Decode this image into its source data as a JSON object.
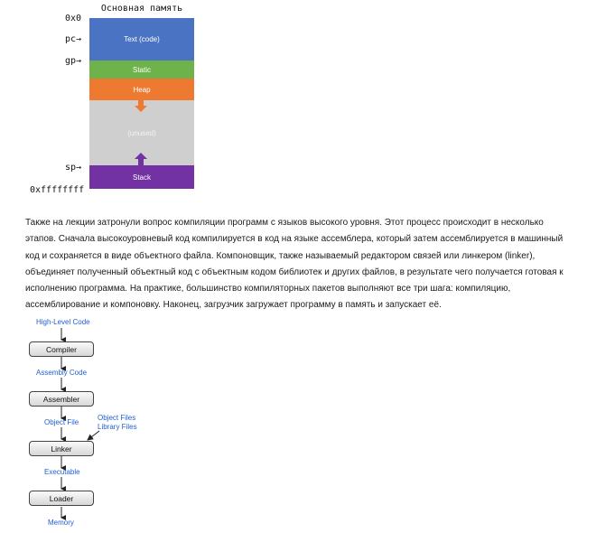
{
  "memory": {
    "title": "Основная память",
    "addresses": {
      "start": "0x0",
      "pc": "pc→",
      "gp": "gp→",
      "sp": "sp→",
      "end": "0xffffffff"
    },
    "segments": {
      "text": "Text (code)",
      "static": "Static",
      "heap": "Heap",
      "unused": "(unused)",
      "stack": "Stack"
    },
    "colors": {
      "text": "#4a73c4",
      "static": "#6db24a",
      "heap": "#ee7a31",
      "unused": "#cfcfcf",
      "stack": "#7232a3"
    }
  },
  "paragraph": {
    "lines": [
      "Также на лекции затронули вопрос компиляции программ с языков высокого уровня. Этот процесс происходит в несколько",
      "этапов. Сначала высокоуровневый код компилируется в код на языке ассемблера, который затем ассемблируется в машинный",
      "код и сохраняется в виде объектного файла. Компоновщик, также называемый редактором связей или линкером (linker),",
      "объединяет полученный объектный код с объектным кодом библиотек и других файлов, в результате чего получается готовая к",
      "исполнению программа. На практике, большинство компиляторных пакетов выполняют все три шага: компиляцию,",
      "ассемблирование и компоновку. Наконец, загрузчик загружает программу в память и запускает её."
    ]
  },
  "pipeline": {
    "high_level_code": "High-Level Code",
    "compiler": "Compiler",
    "assembly_code": "Assembly Code",
    "assembler": "Assembler",
    "object_file": "Object File",
    "object_files": "Object Files",
    "library_files": "Library Files",
    "linker": "Linker",
    "executable": "Executable",
    "loader": "Loader",
    "memory": "Memory",
    "label_color": "#1f5fd6"
  }
}
